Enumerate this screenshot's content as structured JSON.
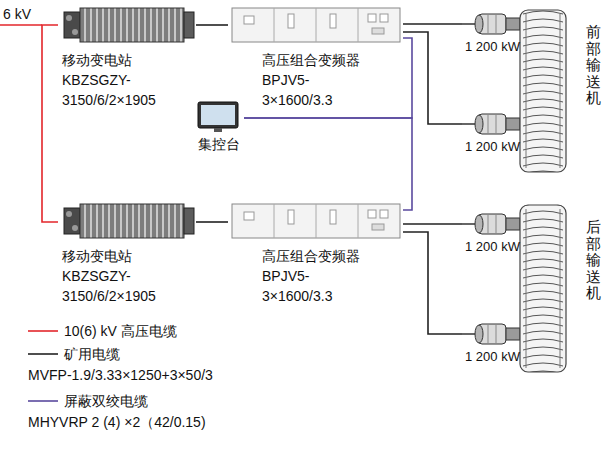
{
  "diagram": {
    "nodes": [
      {
        "text": [
          "移动变电站",
          "KBZSGZY- 3150/6/2×1905"
        ]
      },
      {
        "text": [
          "高压组合变频器",
          "BPJV5- 3×1600/3.3"
        ]
      },
      {
        "text": [
          "集控台"
        ]
      },
      {
        "text": [
          "移动变电站",
          "KBZSGZY- 3150/6/2×1905"
        ]
      },
      {
        "text": [
          "高压组合变频器",
          "BPJV5- 3×1600/3.3"
        ]
      },
      {
        "text": [
          "1 200 kW"
        ]
      },
      {
        "text": [
          "1 200 kW"
        ]
      },
      {
        "text": [
          "前部输送机"
        ]
      },
      {
        "text": [
          "1 200 kW"
        ]
      },
      {
        "text": [
          "1 200 kW"
        ]
      },
      {
        "text": [
          "后部输送机"
        ]
      }
    ],
    "edges": [
      {
        "from": 0,
        "to": 1,
        "arrow": "none"
      },
      {
        "from": 1,
        "to": 5,
        "arrow": "none"
      },
      {
        "from": 1,
        "to": 6,
        "arrow": "none"
      },
      {
        "from": 2,
        "to": 1,
        "arrow": "none"
      },
      {
        "from": 2,
        "to": 4,
        "arrow": "none"
      },
      {
        "from": 3,
        "to": 4,
        "arrow": "none"
      },
      {
        "from": 4,
        "to": 8,
        "arrow": "none"
      },
      {
        "from": 4,
        "to": 9,
        "arrow": "none"
      },
      {
        "from": 0,
        "to": 3,
        "arrow": "none"
      }
    ],
    "labels": [
      "6 kV"
    ],
    "legend": [
      {
        "text": "10(6) kV 高压电缆"
      },
      {
        "text": "矿用电缆"
      },
      {
        "text": "MVFP-1.9/3.33×1250+3×50/3"
      },
      {
        "text": "屏蔽双绞电缆"
      },
      {
        "text": "MHYVRP 2 (4) ×2（42/0.15)"
      }
    ]
  }
}
